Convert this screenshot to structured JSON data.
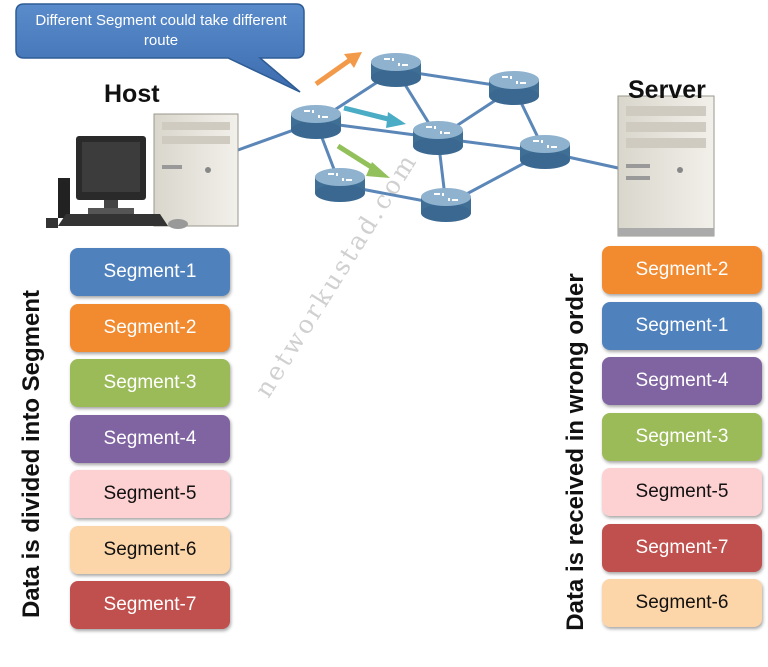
{
  "callout": {
    "text": "Different Segment could take different route"
  },
  "host": {
    "label": "Host"
  },
  "server": {
    "label": "Server"
  },
  "left_caption": "Data is divided into Segment",
  "right_caption": "Data is received in wrong order",
  "watermark": "networkustad.com",
  "segments_sent": [
    {
      "label": "Segment-1",
      "bg": "#4f81bd",
      "fg": "#ffffff"
    },
    {
      "label": "Segment-2",
      "bg": "#f28a2f",
      "fg": "#ffffff"
    },
    {
      "label": "Segment-3",
      "bg": "#9bbb59",
      "fg": "#ffffff"
    },
    {
      "label": "Segment-4",
      "bg": "#8064a2",
      "fg": "#ffffff"
    },
    {
      "label": "Segment-5",
      "bg": "#fdd0d2",
      "fg": "#111111"
    },
    {
      "label": "Segment-6",
      "bg": "#fcd5a8",
      "fg": "#111111"
    },
    {
      "label": "Segment-7",
      "bg": "#c0504d",
      "fg": "#ffffff"
    }
  ],
  "segments_received": [
    {
      "label": "Segment-2",
      "bg": "#f28a2f",
      "fg": "#ffffff"
    },
    {
      "label": "Segment-1",
      "bg": "#4f81bd",
      "fg": "#ffffff"
    },
    {
      "label": "Segment-4",
      "bg": "#8064a2",
      "fg": "#ffffff"
    },
    {
      "label": "Segment-3",
      "bg": "#9bbb59",
      "fg": "#ffffff"
    },
    {
      "label": "Segment-5",
      "bg": "#fdd0d2",
      "fg": "#111111"
    },
    {
      "label": "Segment-7",
      "bg": "#c0504d",
      "fg": "#ffffff"
    },
    {
      "label": "Segment-6",
      "bg": "#fcd5a8",
      "fg": "#111111"
    }
  ],
  "arrow_colors": {
    "orange": "#f39a4a",
    "cyan": "#4bacc6",
    "green": "#92c05a"
  }
}
